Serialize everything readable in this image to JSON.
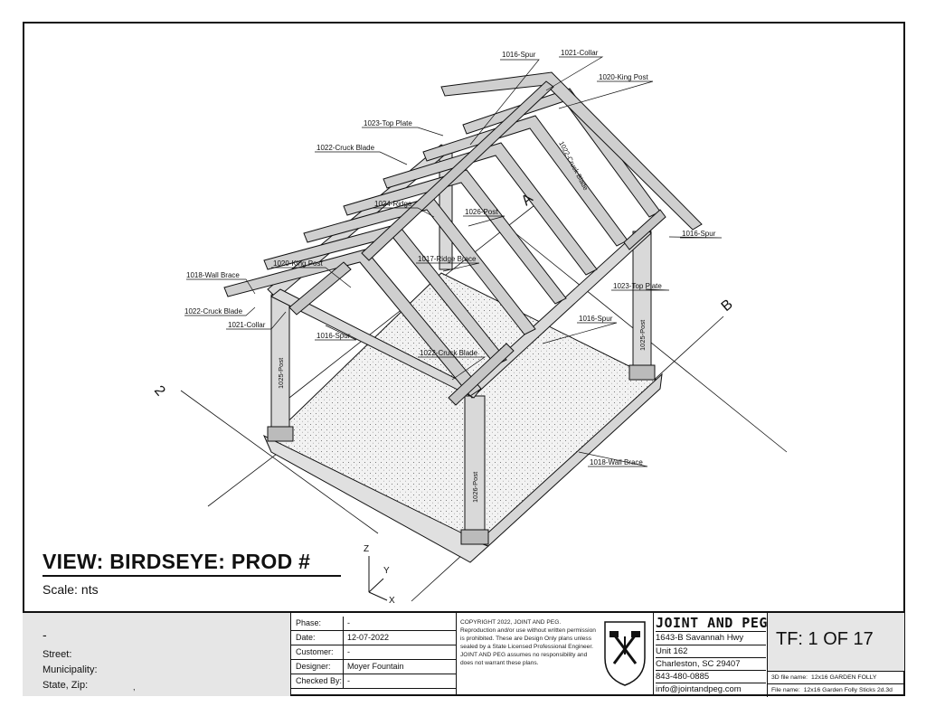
{
  "callouts": {
    "spur_top": "1016-Spur",
    "collar_top": "1021-Collar",
    "king_post_top": "1020-King Post",
    "top_plate_left": "1023-Top Plate",
    "cruck_blade_upper": "1022-Cruck Blade",
    "ridge": "1024-Ridge",
    "post_mid": "1026-Post",
    "ridge_brace": "1017-Ridge Brace",
    "king_post_left": "1020-King Post",
    "wall_brace_left": "1018-Wall Brace",
    "cruck_blade_left": "1022-Cruck Blade",
    "collar_left": "1021-Collar",
    "spur_left": "1016-Spur",
    "cruck_blade_mid": "1022-Cruck Blade",
    "spur_right": "1016-Spur",
    "top_plate_right": "1023-Top Plate",
    "spur_lower_right": "1016-Spur",
    "wall_brace_lower": "1018-Wall Brace",
    "cruck_blade_diag": "1022-Cruck Blade",
    "post_left": "1025-Post",
    "post_right": "1025-Post",
    "post_front": "1026-Post"
  },
  "grid_marks": {
    "a": "A",
    "b": "B",
    "two": "2"
  },
  "view": {
    "title": "VIEW: BIRDSEYE: PROD #",
    "scale_label": "Scale:",
    "scale_value": "nts",
    "axis_x": "X",
    "axis_y": "Y",
    "axis_z": "Z"
  },
  "title_block": {
    "site": {
      "dash": "-",
      "street_label": "Street:",
      "municipality_label": "Municipality:",
      "state_zip_label": "State, Zip:",
      "state_zip_value": ","
    },
    "fields": [
      {
        "key": "Phase:",
        "value": "-"
      },
      {
        "key": "Date:",
        "value": "12-07-2022"
      },
      {
        "key": "Customer:",
        "value": "-"
      },
      {
        "key": "Designer:",
        "value": "Moyer Fountain"
      },
      {
        "key": "Checked By:",
        "value": "-"
      }
    ],
    "copyright": "COPYRIGHT 2022, JOINT AND PEG. Reproduction and/or use without written permission is prohibited. These are Design Only plans unless sealed by a State Licensed Professional Engineer. JOINT AND PEG assumes no responsibility and does not warrant these plans.",
    "company": {
      "name": "JOINT AND PEG",
      "address1": "1643-B Savannah Hwy",
      "address2": "Unit 162",
      "city": "Charleston, SC 29407",
      "phone": "843-480-0885",
      "email": "info@jointandpeg.com"
    },
    "sheet": "TF: 1 OF 17",
    "file_3d_label": "3D file name:",
    "file_3d_value": "12x16 GARDEN FOLLY",
    "file_label": "File name:",
    "file_value": "12x16 Garden Folly Sticks 2d.3d"
  },
  "colors": {
    "ink": "#111111",
    "fill_gray": "#e6e6e6",
    "slab": "#ececec"
  }
}
